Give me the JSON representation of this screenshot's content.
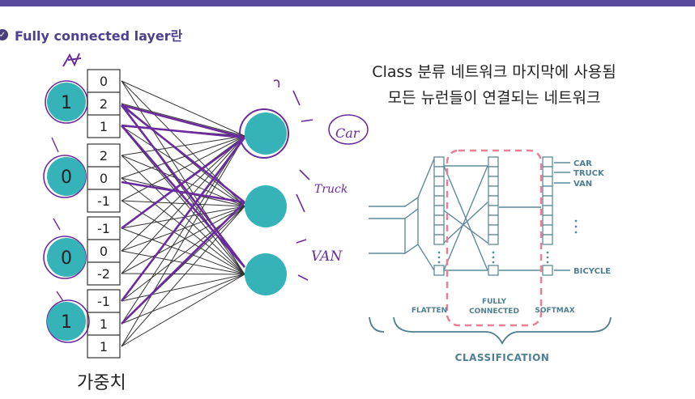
{
  "heading": {
    "title": "Fully connected layer란",
    "check_icon": "check-circle-icon"
  },
  "description": {
    "line1": "Class 분류 네트워크 마지막에 사용됨",
    "line2": "모든 뉴런들이 연결되는 네트워크"
  },
  "inputs": [
    "1",
    "0",
    "0",
    "1"
  ],
  "weights": [
    [
      "0",
      "2",
      "1"
    ],
    [
      "2",
      "0",
      "-1"
    ],
    [
      "-1",
      "0",
      "-2"
    ],
    [
      "-1",
      "1",
      "1"
    ]
  ],
  "weights_label": "가중치",
  "handwritten_outputs": [
    "Car",
    "Truck",
    "VAN"
  ],
  "classification": {
    "class_labels": [
      "CAR",
      "TRUCK",
      "VAN",
      "BICYCLE"
    ],
    "layer_labels": [
      "FLATTEN",
      "FULLY",
      "CONNECTED",
      "SOFTMAX"
    ],
    "section_label": "CLASSIFICATION"
  },
  "colors": {
    "topbar": "#5b4a9b",
    "heading": "#4f3f8f",
    "neuron": "#35b3b8",
    "ink": "#6a2c9c",
    "dash_box": "#e87f94",
    "diagram": "#5f8a9c"
  }
}
